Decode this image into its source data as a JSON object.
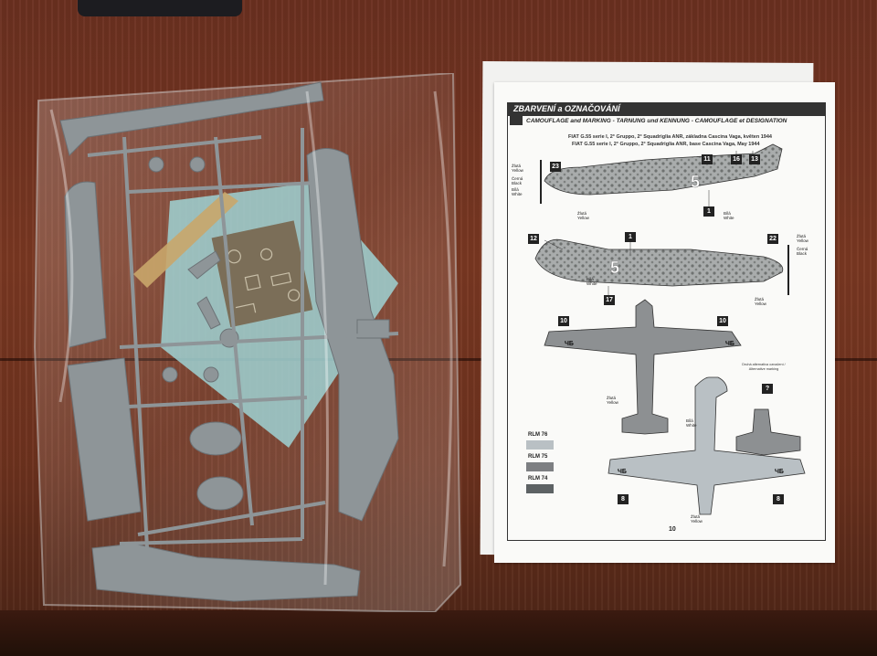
{
  "sheet": {
    "title": "ZBARVENÍ a OZNAČOVÁNÍ",
    "subtitle": "CAMOUFLAGE and MARKING - TARNUNG und KENNUNG - CAMOUFLAGE et DESIGNATION",
    "caption_cz": "FIAT G.55 serie I, 2° Gruppo, 2° Squadriglia ANR, základna Cascina Vaga, květen 1944",
    "caption_en": "FIAT G.55 serie I, 2° Gruppo, 2° Squadriglia ANR, base Cascina Vaga, May 1944",
    "page_number": "10",
    "aircraft_number": "5",
    "wing_code": "ЧБ",
    "callouts": [
      "23",
      "11",
      "16",
      "13",
      "1",
      "12",
      "1",
      "22",
      "17",
      "10",
      "10",
      "?",
      "8",
      "8"
    ],
    "labels": {
      "yellow_cz": "Žlutá",
      "yellow_en": "Yellow",
      "black_cz": "Černá",
      "black_en": "Black",
      "white_cz": "Bílá",
      "white_en": "White",
      "alt_note": "Druhá alternativa označení / Alternative marking"
    },
    "rlm": [
      {
        "name": "RLM 76",
        "color": "#b9c0c4"
      },
      {
        "name": "RLM 75",
        "color": "#7d7f82"
      },
      {
        "name": "RLM 74",
        "color": "#5d6264"
      }
    ]
  },
  "colors": {
    "table": "#7a3822",
    "plastic": "#8e9598",
    "decal_blue": "#9fd2d4",
    "paper": "#fafaf8"
  }
}
